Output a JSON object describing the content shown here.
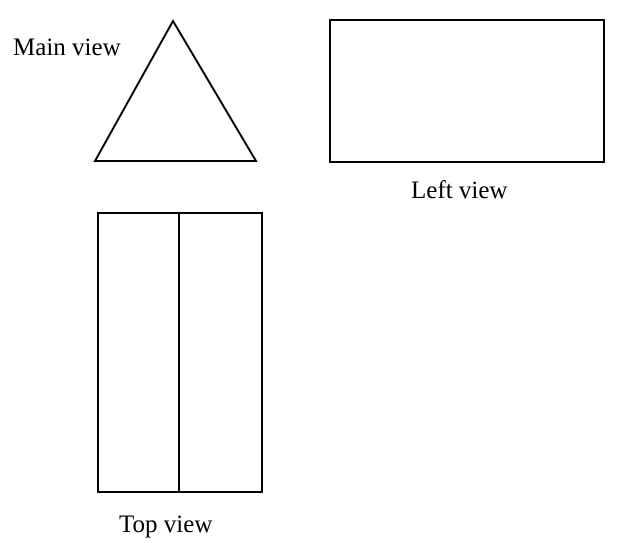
{
  "views": {
    "main": {
      "label": "Main view"
    },
    "left": {
      "label": "Left view"
    },
    "top": {
      "label": "Top view"
    }
  },
  "colors": {
    "stroke": "#000000",
    "background": "#ffffff"
  }
}
